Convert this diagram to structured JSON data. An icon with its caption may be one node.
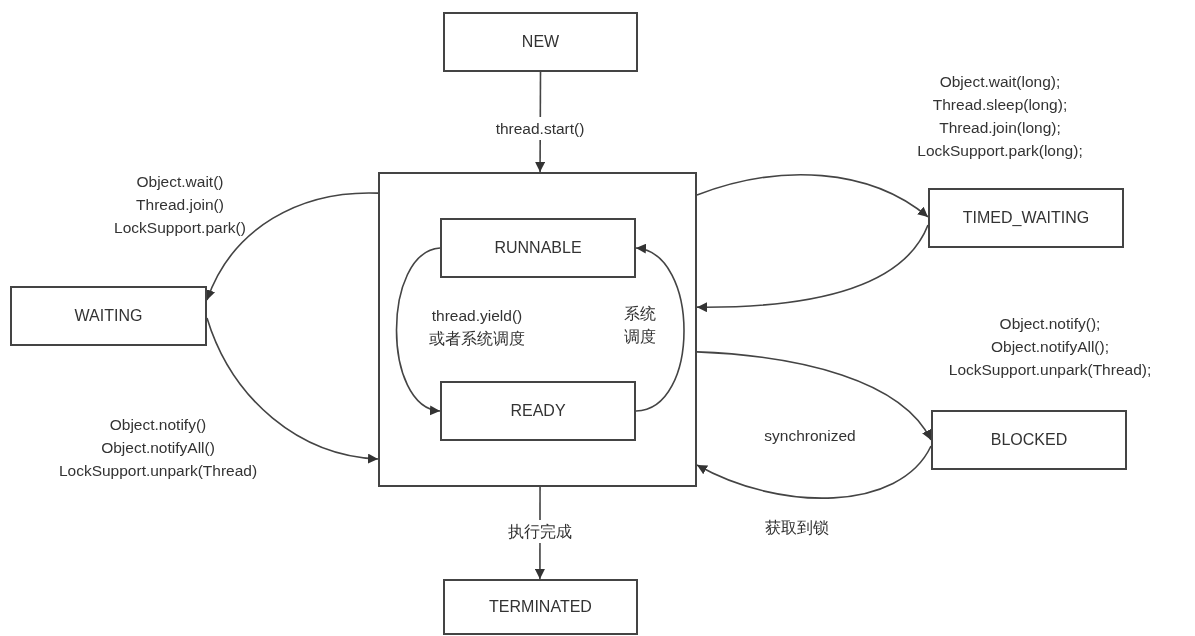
{
  "diagram": {
    "nodes": [
      {
        "text": [
          "NEW"
        ]
      },
      {
        "text": [],
        "shape": "box"
      },
      {
        "text": [
          "RUNNABLE"
        ],
        "in": 1
      },
      {
        "text": [
          "READY"
        ],
        "in": 1
      },
      {
        "text": [
          "WAITING"
        ]
      },
      {
        "text": [
          "TIMED_WAITING"
        ]
      },
      {
        "text": [
          "BLOCKED"
        ]
      },
      {
        "text": [
          "TERMINATED"
        ]
      }
    ],
    "edges": [
      {
        "from": 0,
        "to": 1,
        "arrow": "to",
        "label": "thread.start()"
      },
      {
        "from": 1,
        "to": 4,
        "arrow": "to",
        "label": "Object.wait() Thread.join() LockSupport.park()"
      },
      {
        "from": 4,
        "to": 1,
        "arrow": "to",
        "label": "Object.notify() Object.notifyAll() LockSupport.unpark(Thread)"
      },
      {
        "from": 1,
        "to": 5,
        "arrow": "to",
        "label": "Object.wait(long); Thread.sleep(long); Thread.join(long); LockSupport.park(long);"
      },
      {
        "from": 5,
        "to": 1,
        "arrow": "to"
      },
      {
        "from": 1,
        "to": 6,
        "arrow": "to",
        "label": "synchronized"
      },
      {
        "from": 6,
        "to": 1,
        "arrow": "to",
        "label": "获取到锁"
      },
      {
        "from": 2,
        "to": 3,
        "arrow": "to",
        "label": "thread.yield() 或者系统调度"
      },
      {
        "from": 3,
        "to": 2,
        "arrow": "to",
        "label": "系统调度"
      },
      {
        "from": 1,
        "to": 7,
        "arrow": "to",
        "label": "执行完成"
      }
    ],
    "labels": [
      "Object.notify(); Object.notifyAll(); LockSupport.unpark(Thread);"
    ]
  }
}
